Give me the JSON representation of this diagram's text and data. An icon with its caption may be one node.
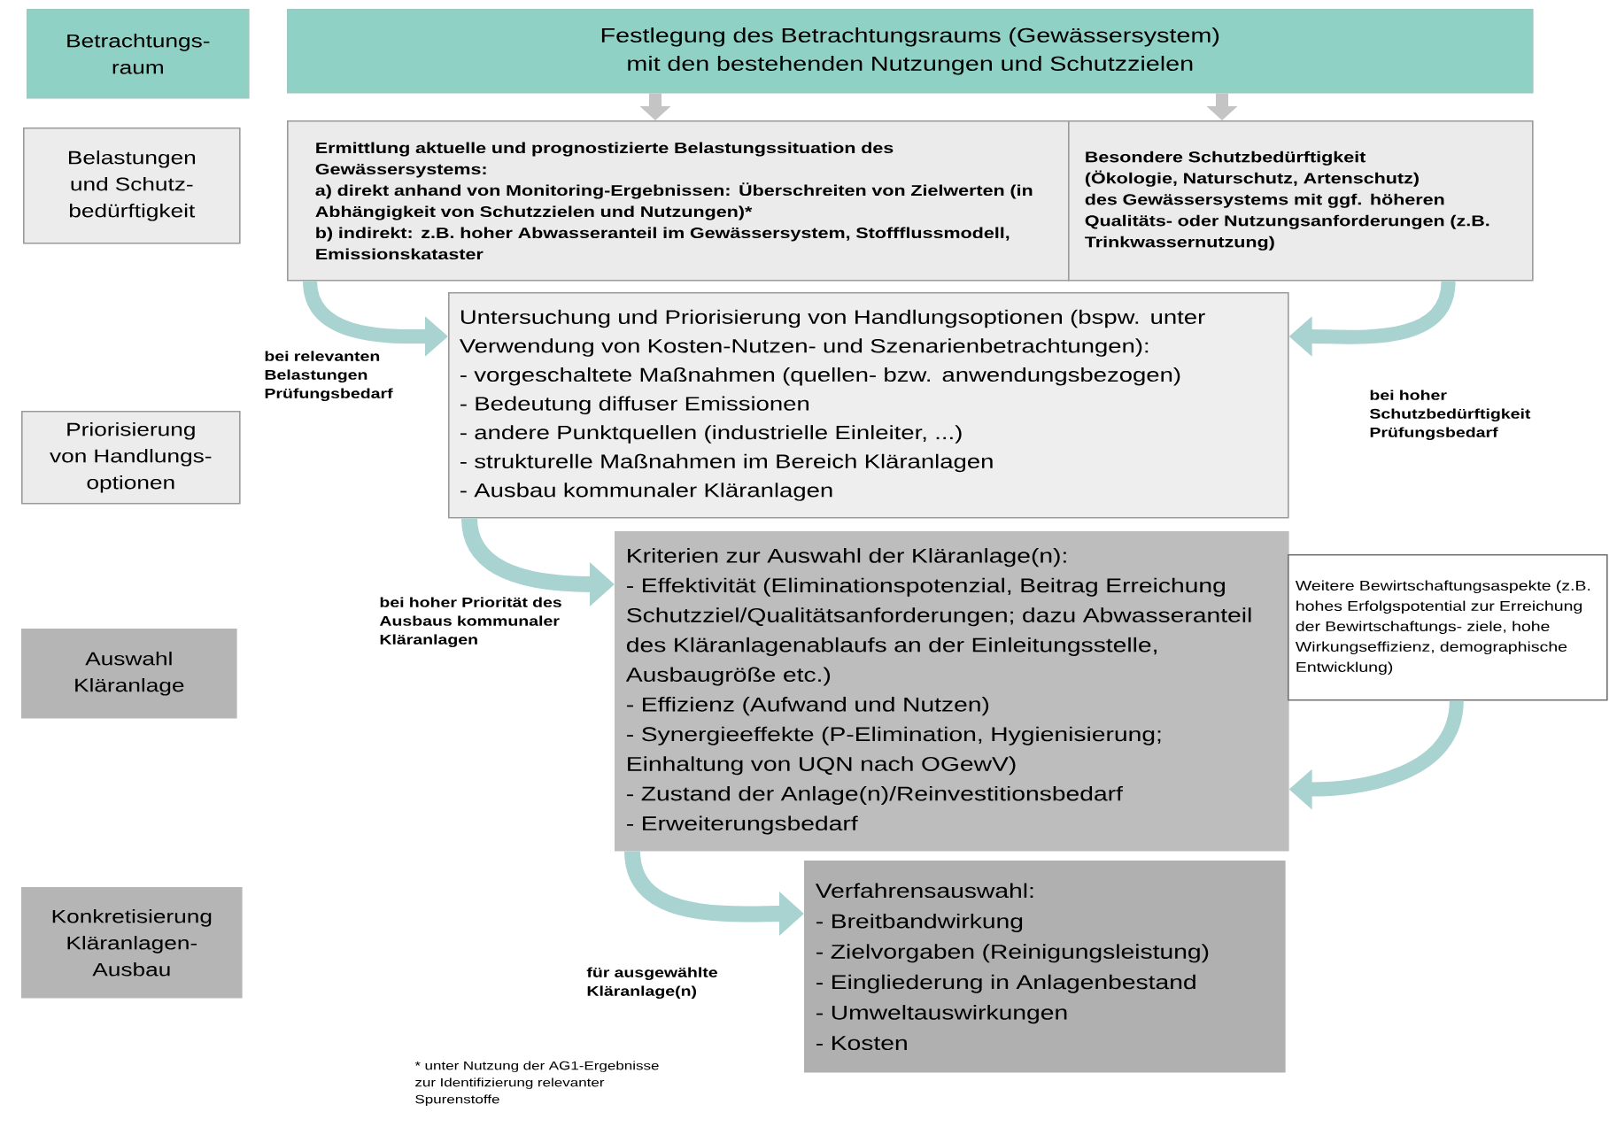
{
  "diagram": {
    "nodes": [
      {
        "text": [
          "Betrachtungs- raum"
        ]
      },
      {
        "text": [
          "Festlegung des Betrachtungsraums (Gewässersystem) mit den bestehenden Nutzungen und Schutzzielen"
        ]
      },
      {
        "text": [
          "Belastungen und Schutz- bedürftigkeit"
        ]
      },
      {
        "text": [
          "Ermittlung aktuelle und prognostizierte Belastungssituation des Gewässersystems:",
          "a) direkt anhand von Monitoring-Ergebnissen: Überschreiten von Zielwerten (in Abhängigkeit von Schutzzielen und Nutzungen)*",
          "b) indirekt: z.B. hoher Abwasseranteil im Gewässersystem, Stoffflussmodell, Emissionskataster"
        ]
      },
      {
        "text": [
          "Besondere Schutzbedürftigkeit (Ökologie, Naturschutz, Artenschutz) des Gewässersystems mit ggf. höheren Qualitäts- oder Nutzungsanforderungen (z.B. Trinkwassernutzung)"
        ]
      },
      {
        "text": [
          "Priorisierung von Handlungs- optionen"
        ]
      },
      {
        "text": [
          "Untersuchung und Priorisierung von Handlungsoptionen (bspw. unter Verwendung von Kosten-Nutzen- und Szenarienbetrachtungen):",
          "- vorgeschaltete Maßnahmen (quellen- bzw. anwendungsbezogen)",
          "- Bedeutung diffuser Emissionen",
          "- andere Punktquellen (industrielle Einleiter, ...)",
          "- strukturelle Maßnahmen im Bereich Kläranlagen",
          "- Ausbau kommunaler Kläranlagen"
        ]
      },
      {
        "text": [
          "Auswahl Kläranlage"
        ]
      },
      {
        "text": [
          "Kriterien zur Auswahl der Kläranlage(n):",
          "- Effektivität (Eliminationspotenzial, Beitrag Erreichung Schutzziel/Qualitätsanforderungen; dazu Abwasseranteil des Kläranlagenablaufs an der Einleitungsstelle, Ausbaugröße etc.)",
          "- Effizienz (Aufwand und Nutzen)",
          "- Synergieeffekte (P-Elimination, Hygienisierung; Einhaltung von UQN nach OGewV)",
          "- Zustand der Anlage(n)/Reinvestitionsbedarf",
          "- Erweiterungsbedarf"
        ]
      },
      {
        "text": [
          "Weitere Bewirtschaftungsaspekte (z.B. hohes Erfolgspotential zur Erreichung der Bewirtschaftungs- ziele, hohe Wirkungseffizienz, demographische Entwicklung)"
        ]
      },
      {
        "text": [
          "Konkretisierung Kläranlagen- Ausbau"
        ]
      },
      {
        "text": [
          "Verfahrensauswahl:",
          "- Breitbandwirkung",
          "- Zielvorgaben (Reinigungsleistung)",
          "- Eingliederung in Anlagenbestand",
          "- Umweltauswirkungen",
          "- Kosten"
        ]
      }
    ],
    "edges": [
      {
        "from": 1,
        "to": 3,
        "arrow": "to",
        "color": "#c4c4c4"
      },
      {
        "from": 1,
        "to": 4,
        "arrow": "to",
        "color": "#c4c4c4"
      },
      {
        "from": 3,
        "to": 6,
        "arrow": "to",
        "label": "bei relevanten Belastungen Prüfungsbedarf"
      },
      {
        "from": 4,
        "to": 6,
        "arrow": "to",
        "label": "bei hoher Schutzbedürftigkeit Prüfungsbedarf"
      },
      {
        "from": 6,
        "to": 8,
        "arrow": "to",
        "label": "bei hoher Priorität des Ausbaus kommunaler Kläranlagen"
      },
      {
        "from": 9,
        "to": 8,
        "arrow": "to"
      },
      {
        "from": 8,
        "to": 11,
        "arrow": "to",
        "label": "für ausgewählte Kläranlage(n)"
      }
    ],
    "labels": [
      "* unter Nutzung der AG1-Ergebnisse zur Identifizierung relevanter Spurenstoffe"
    ]
  }
}
